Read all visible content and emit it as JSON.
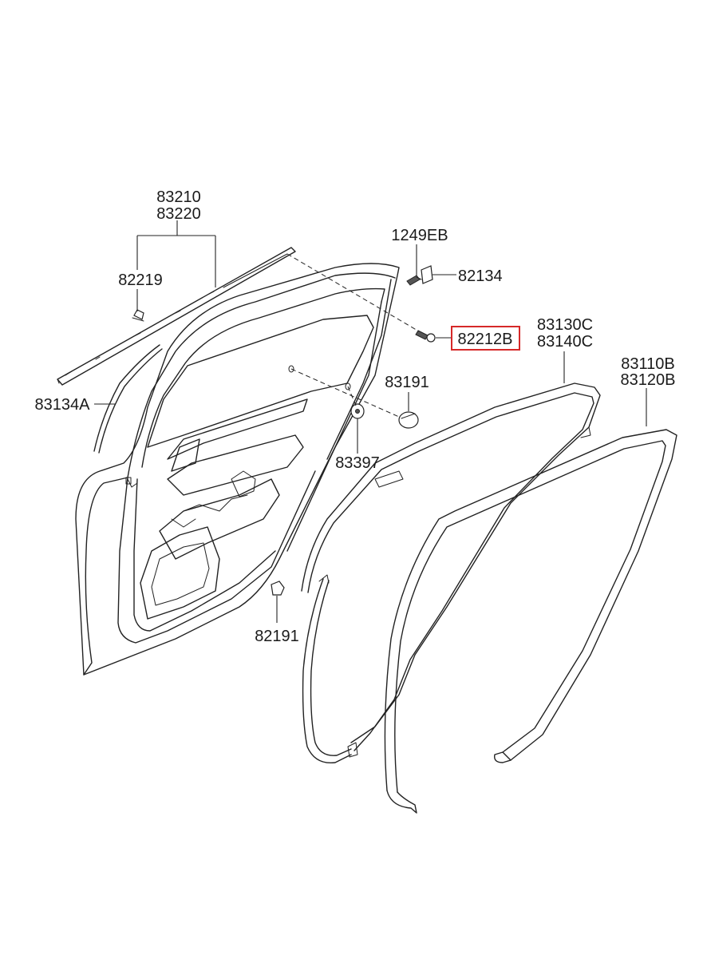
{
  "labels": {
    "p83210": "83210",
    "p83220": "83220",
    "p82219": "82219",
    "p83134A": "83134A",
    "p1249EB": "1249EB",
    "p82134": "82134",
    "p82212B": "82212B",
    "p83130C": "83130C",
    "p83140C": "83140C",
    "p83191": "83191",
    "p83397": "83397",
    "p83110B": "83110B",
    "p83120B": "83120B",
    "p82191": "82191"
  },
  "colors": {
    "highlight": "#d62828",
    "line": "#222222"
  }
}
